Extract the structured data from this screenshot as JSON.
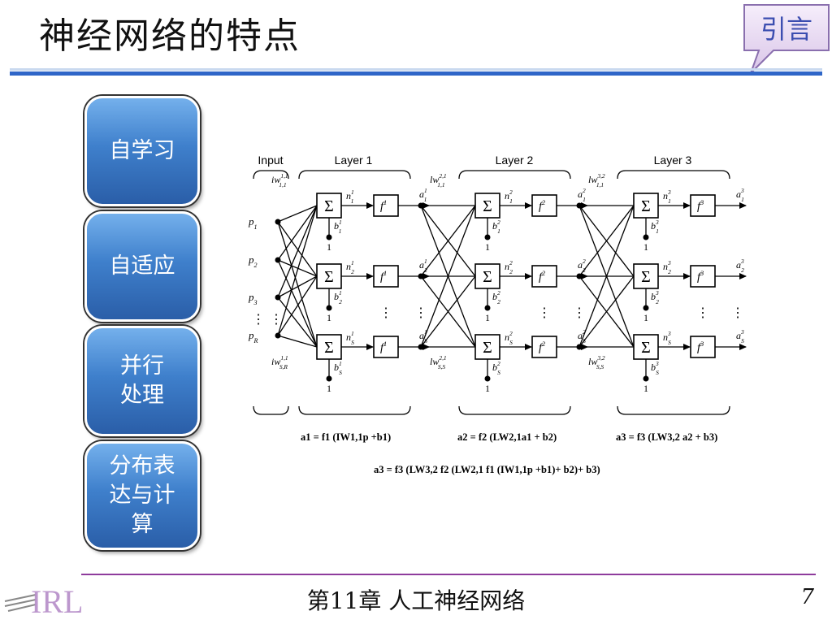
{
  "slide": {
    "title": "神经网络的特点",
    "callout": "引言",
    "footer": "第11章  人工神经网络",
    "page_number": "7",
    "logo_text": "IRL"
  },
  "features": [
    "自学习",
    "自适应",
    "并行\n处理",
    "分布表\n达与计\n算"
  ],
  "network": {
    "input_label": "Input",
    "layer_labels": [
      "Layer 1",
      "Layer 2",
      "Layer 3"
    ],
    "inputs": [
      "p",
      "p",
      "p",
      "p"
    ],
    "input_subs": [
      "1",
      "2",
      "3",
      "R"
    ],
    "weight_labels": [
      "iw",
      "lw",
      "lw"
    ],
    "weight_sup": [
      "1,1",
      "2,1",
      "3,2"
    ],
    "weight_first_subs": [
      "1,1",
      "1,1",
      "1,1"
    ],
    "weight_last_subs": [
      "S,R",
      "S,S",
      "S,S"
    ],
    "sum": "Σ",
    "transfer": [
      "f",
      "f",
      "f"
    ],
    "layer_sup": [
      "1",
      "2",
      "3"
    ],
    "neuron_subs": [
      "1",
      "2",
      "S"
    ],
    "net": "n",
    "bias": "b",
    "output": "a",
    "one": "1",
    "dots": "⋮",
    "equations": [
      "a1 = f1 (IW1,1p +b1)",
      "a2 = f2 (LW2,1a1 + b2)",
      "a3 = f3 (LW3,2 a2 + b3)"
    ],
    "combined_equation": "a3 = f3 (LW3,2 f2 (LW2,1 f1 (IW1,1p +b1)+ b2)+ b3)"
  }
}
